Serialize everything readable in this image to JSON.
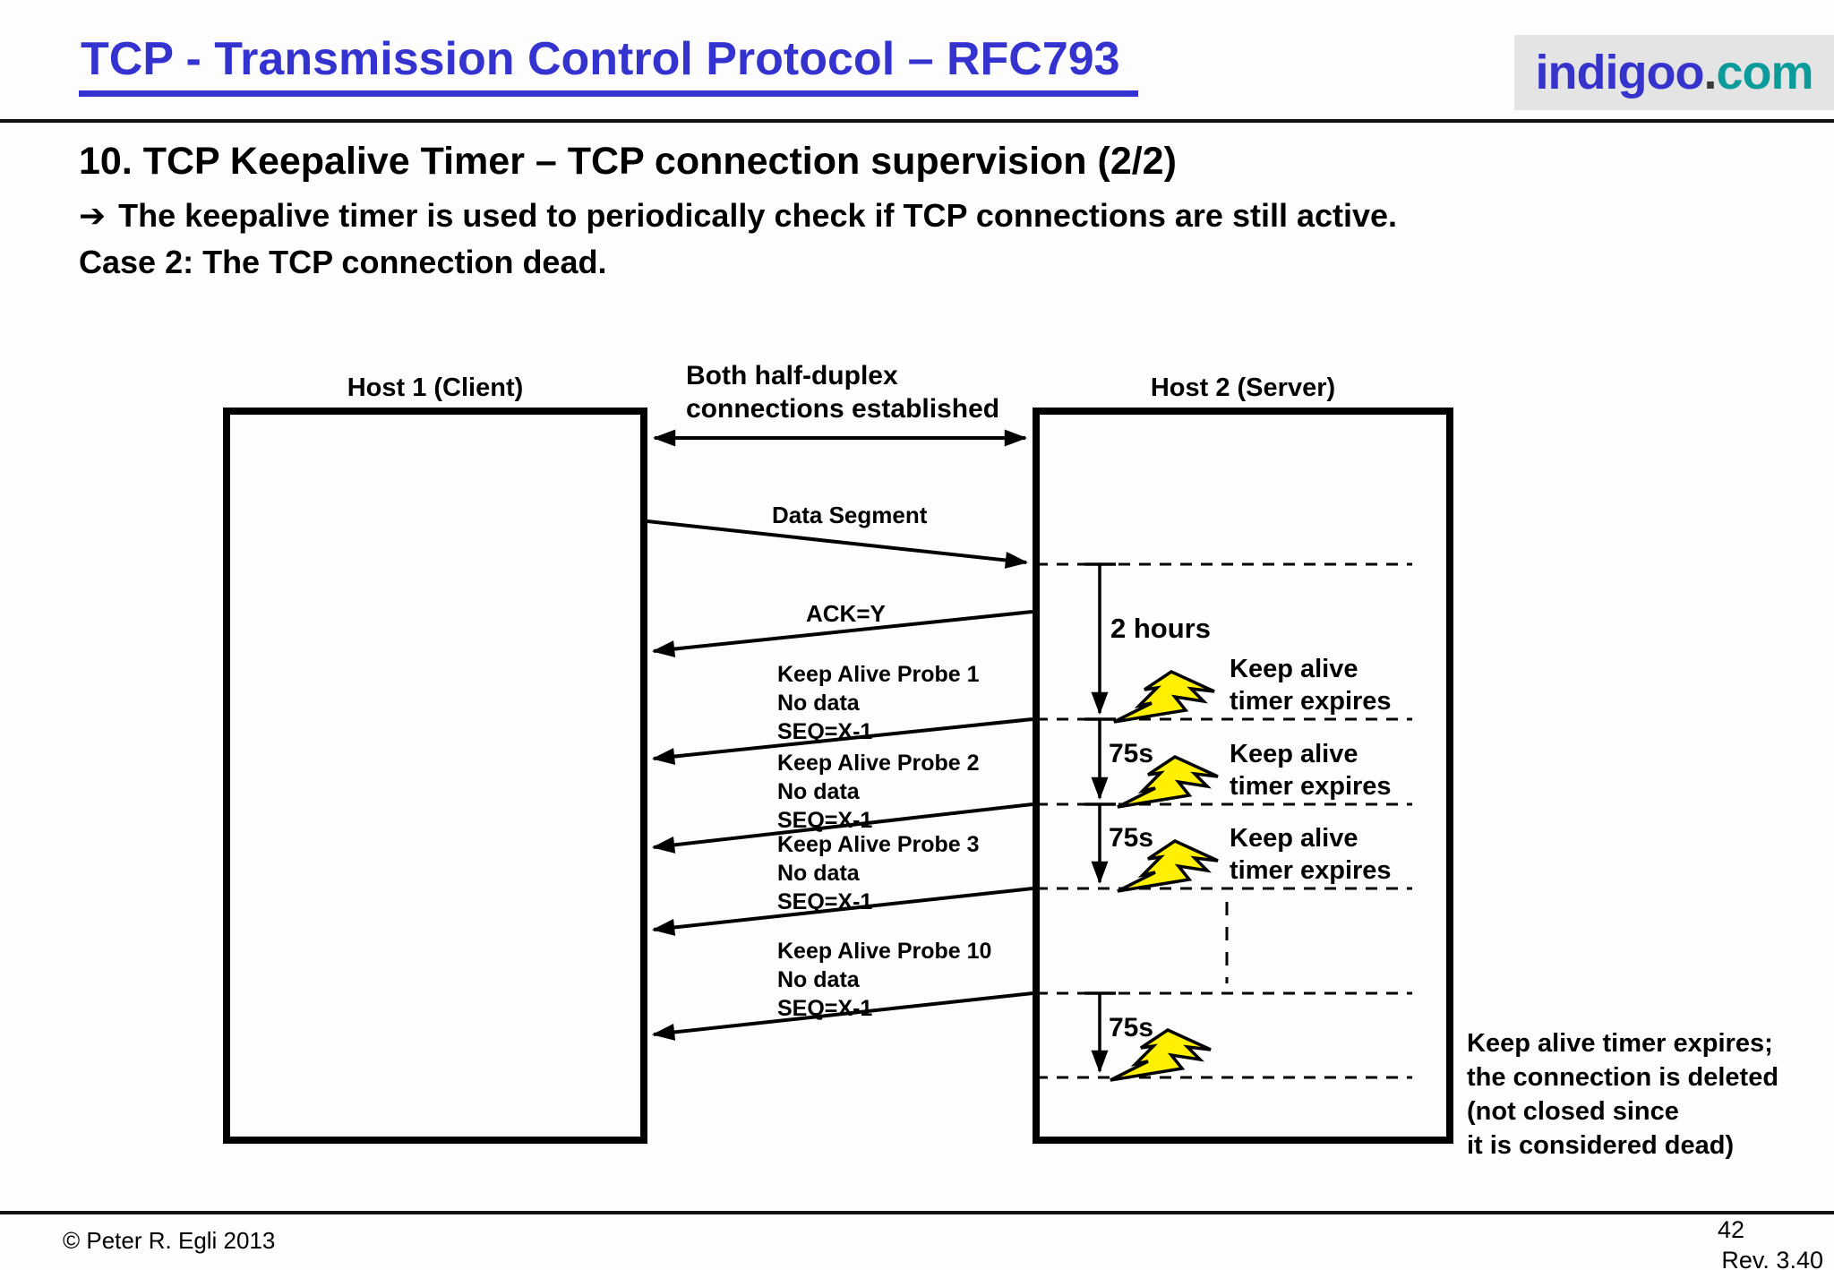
{
  "slide": {
    "title": "TCP - Transmission Control Protocol – RFC793",
    "logo": {
      "brand": "indigoo",
      "dot": ".",
      "tld": "com"
    },
    "heading": "10. TCP Keepalive Timer – TCP connection supervision (2/2)",
    "bullet_arrow": "➔",
    "bullet_text": "The keepalive timer is used to periodically check if TCP connections are still active.",
    "case_text": "Case 2: The TCP connection dead."
  },
  "diagram": {
    "host1_label": "Host 1 (Client)",
    "host2_label": "Host 2 (Server)",
    "established_line1": "Both half-duplex",
    "established_line2": "connections established",
    "data_segment_label": "Data Segment",
    "ack_label": "ACK=Y",
    "probes": [
      {
        "line1": "Keep Alive Probe 1",
        "line2": "No data",
        "line3": "SEQ=X-1"
      },
      {
        "line1": "Keep Alive Probe 2",
        "line2": "No data",
        "line3": "SEQ=X-1"
      },
      {
        "line1": "Keep Alive Probe 3",
        "line2": "No data",
        "line3": "SEQ=X-1"
      },
      {
        "line1": "Keep Alive Probe 10",
        "line2": "No data",
        "line3": "SEQ=X-1"
      }
    ],
    "timer_initial": "2 hours",
    "timer_interval": "75s",
    "expire_line1": "Keep alive",
    "expire_line2": "timer expires",
    "final_note_line1": "Keep alive timer expires;",
    "final_note_line2": "the connection is deleted",
    "final_note_line3": "(not closed since",
    "final_note_line4": "it is considered dead)"
  },
  "footer": {
    "copyright": "© Peter R. Egli 2013",
    "page_number": "42",
    "revision": "Rev. 3.40"
  },
  "colors": {
    "title_blue": "#3533cf",
    "logo_teal": "#0b9b9b",
    "logo_gray_bg": "#e4e4e4",
    "bolt_yellow": "#ffef00",
    "line_black": "#111111"
  }
}
